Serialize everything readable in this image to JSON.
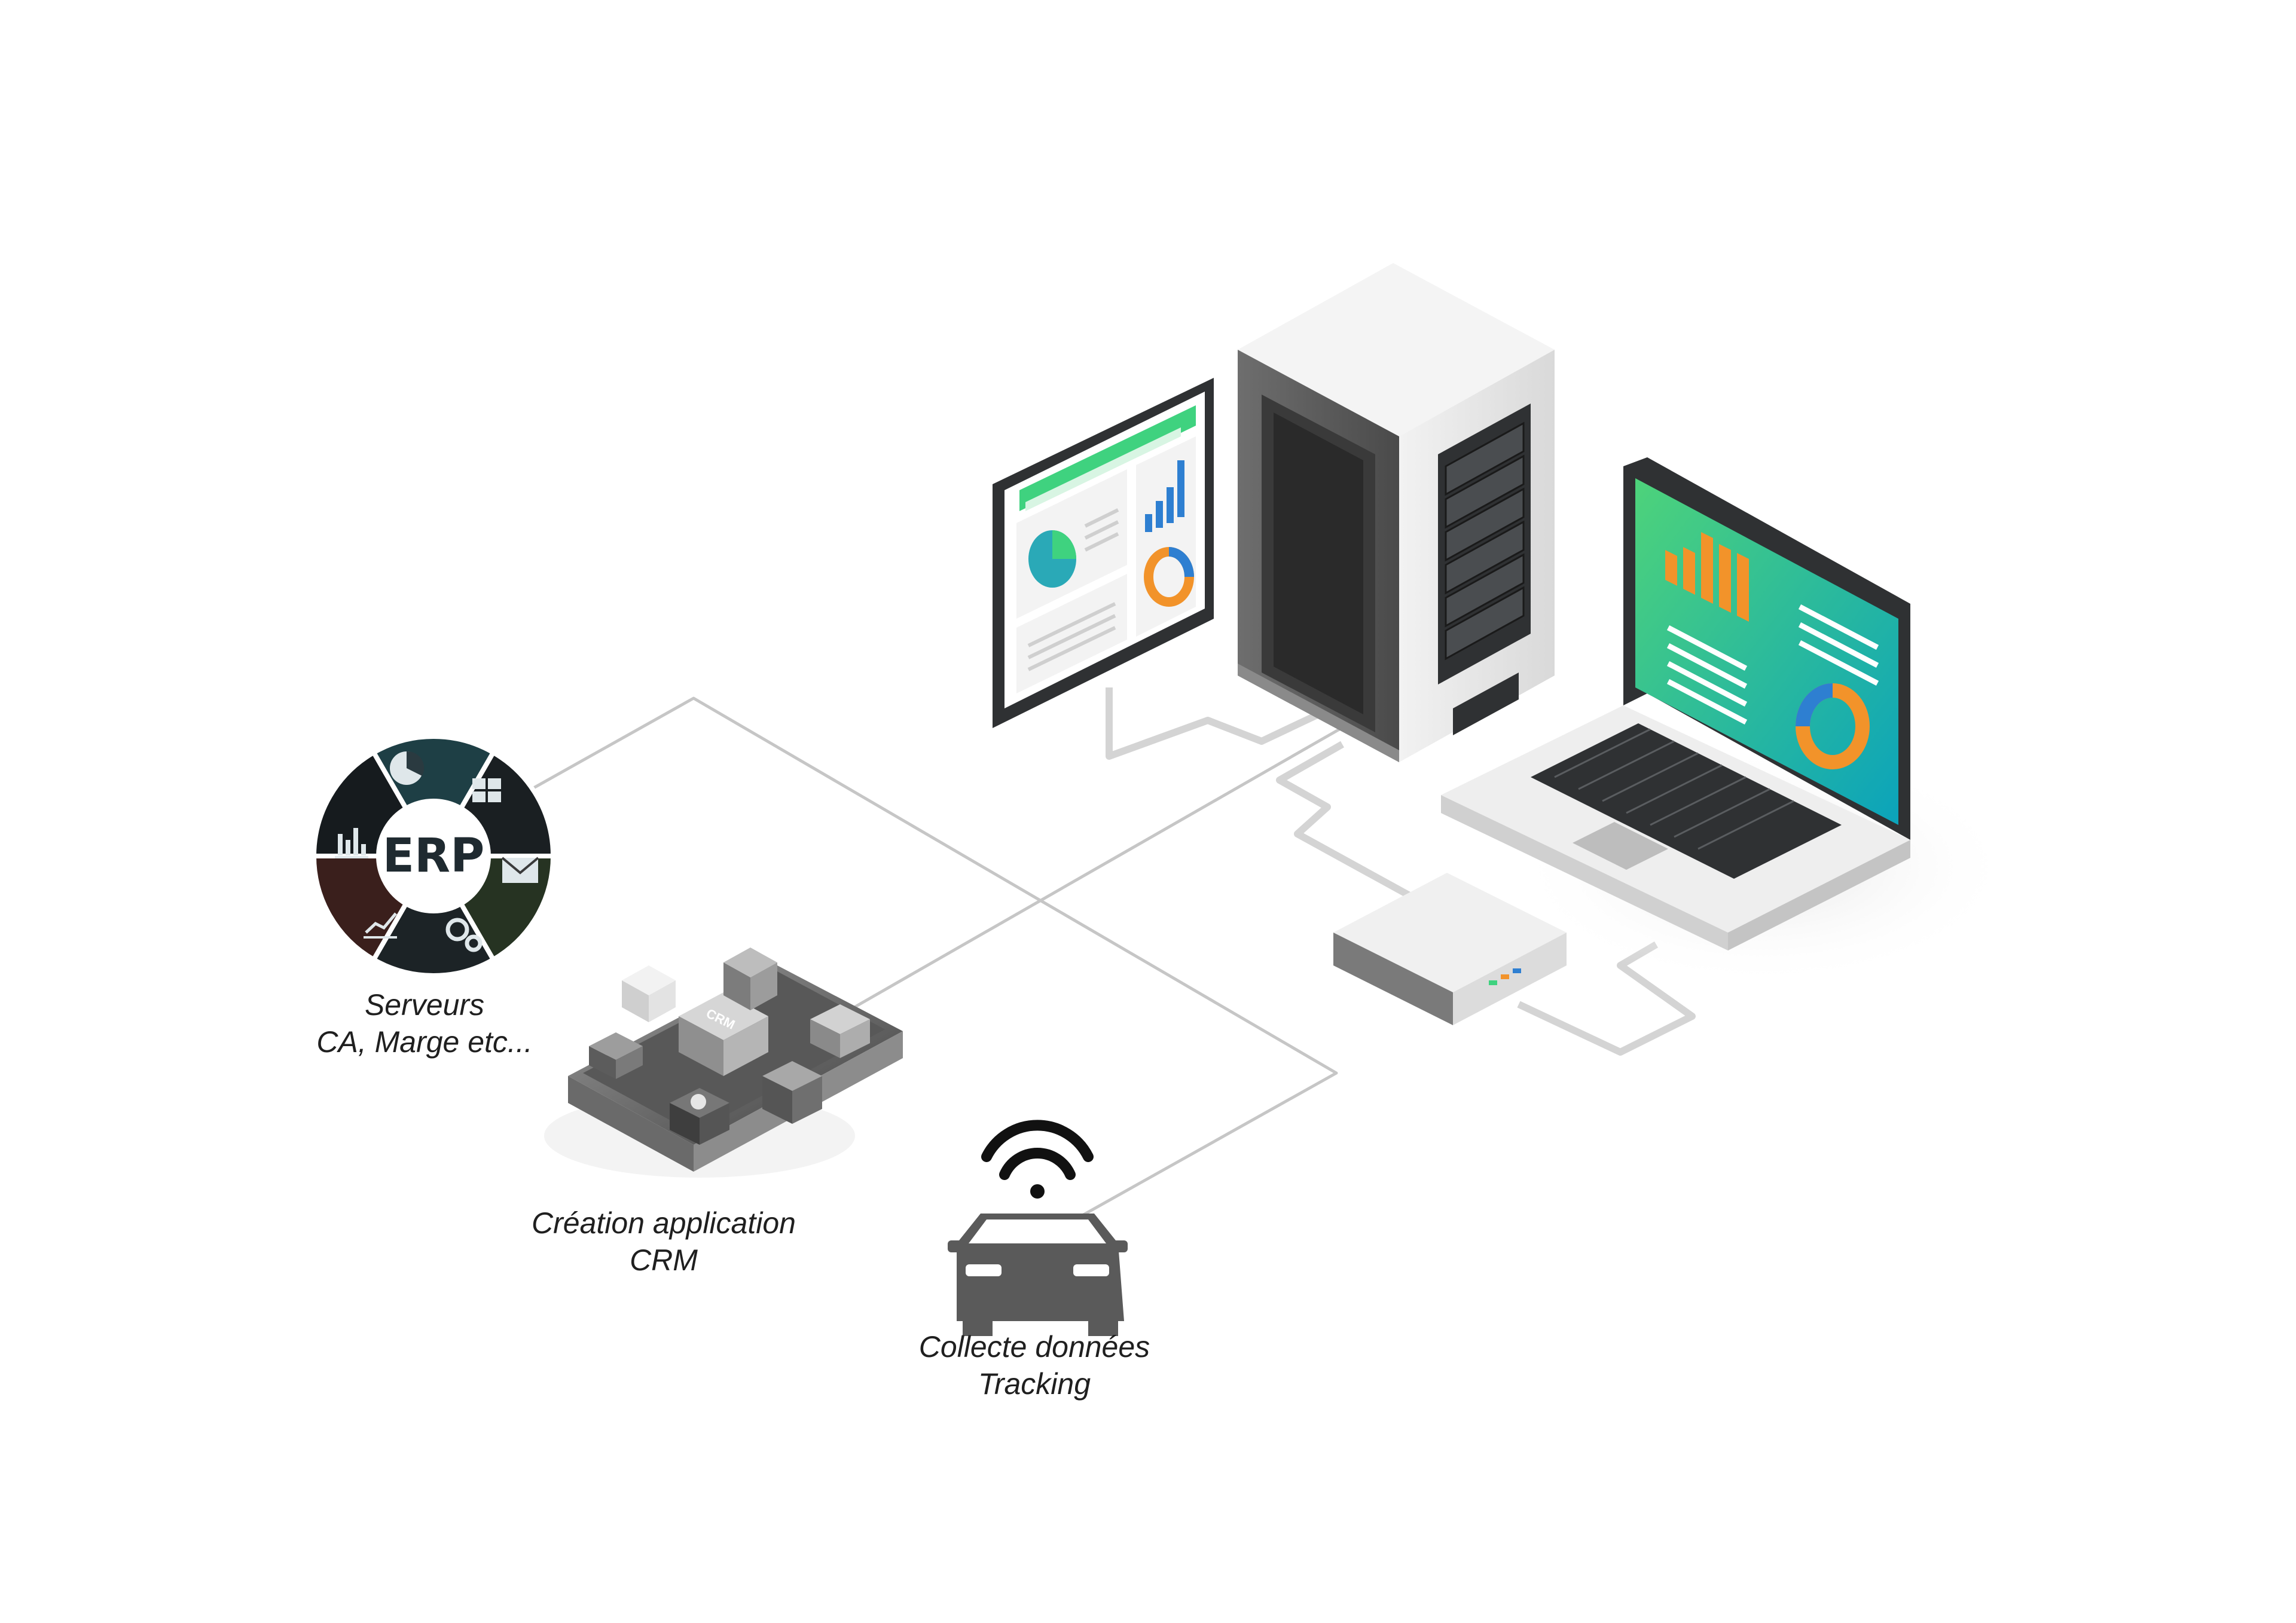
{
  "erp": {
    "label": "ERP",
    "caption_line1": "Serveurs",
    "caption_line2": "CA, Marge etc..."
  },
  "crm": {
    "badge": "CRM",
    "caption_line1": "Création application",
    "caption_line2": "CRM"
  },
  "tracking": {
    "caption_line1": "Collecte données",
    "caption_line2": "Tracking"
  },
  "colors": {
    "connector": "#c6c6c6",
    "dark": "#222a30",
    "green": "#3fd27f",
    "teal": "#0fa7b5",
    "orange": "#f2932a",
    "blue": "#2e7fd1"
  },
  "icons": [
    "pie-chart-icon",
    "calculator-icon",
    "mail-icon",
    "gears-icon",
    "line-chart-icon",
    "bar-chart-icon",
    "wifi-signal-icon",
    "car-icon"
  ]
}
